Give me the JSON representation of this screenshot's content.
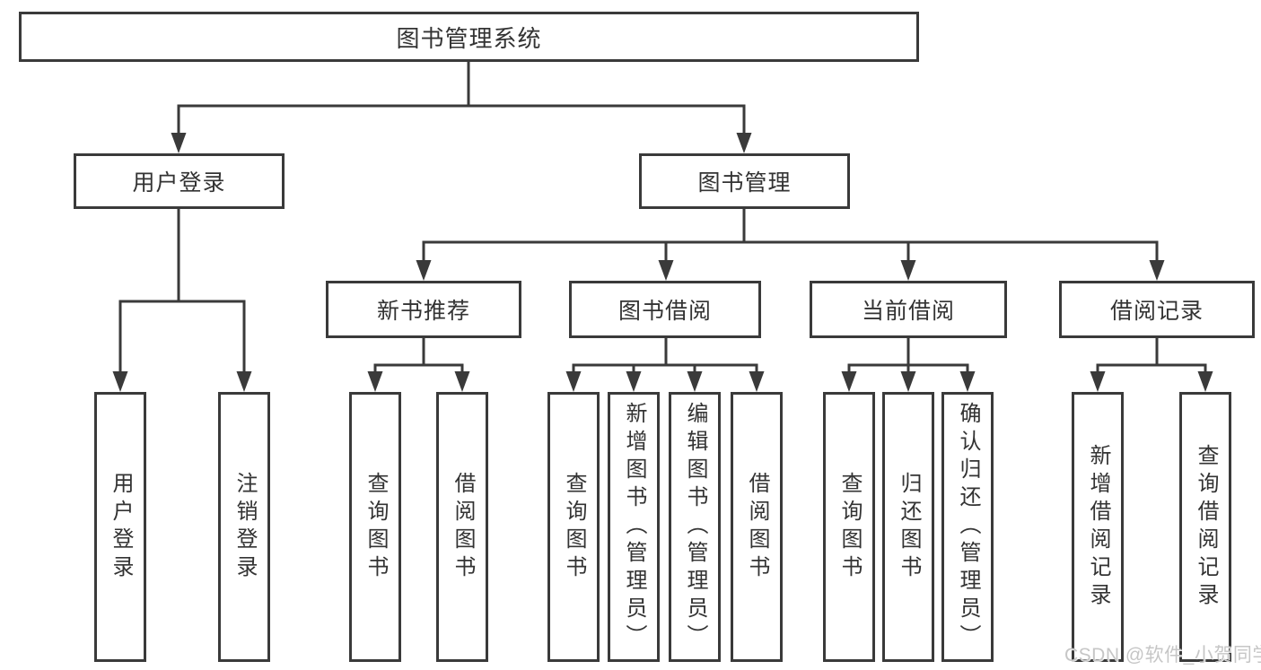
{
  "diagram": {
    "root": {
      "label": "图书管理系统"
    },
    "level2": {
      "user_login": {
        "label": "用户登录",
        "children": {
          "login": {
            "label": "用户登录"
          },
          "logout": {
            "label": "注销登录"
          }
        }
      },
      "book_management": {
        "label": "图书管理",
        "children": {
          "new_book_recommend": {
            "label": "新书推荐",
            "children": {
              "query_books": {
                "label": "查询图书"
              },
              "borrow_books": {
                "label": "借阅图书"
              }
            }
          },
          "book_borrowing": {
            "label": "图书借阅",
            "children": {
              "query_books": {
                "label": "查询图书"
              },
              "add_books_admin": {
                "label": "新增图书（管理员）"
              },
              "edit_books_admin": {
                "label": "编辑图书（管理员）"
              },
              "borrow_books": {
                "label": "借阅图书"
              }
            }
          },
          "current_borrowing": {
            "label": "当前借阅",
            "children": {
              "query_books": {
                "label": "查询图书"
              },
              "return_books": {
                "label": "归还图书"
              },
              "confirm_return_admin": {
                "label": "确认归还（管理员）"
              }
            }
          },
          "borrow_records": {
            "label": "借阅记录",
            "children": {
              "add_record": {
                "label": "新增借阅记录"
              },
              "query_record": {
                "label": "查询借阅记录"
              }
            }
          }
        }
      }
    }
  },
  "colors": {
    "line": "#3a3a3a",
    "text": "#333333",
    "box_background": "#ffffff",
    "page_background": "#ffffff",
    "watermark": "#c6c6c6"
  },
  "watermark": {
    "text": "CSDN @软件_小贺同学"
  }
}
